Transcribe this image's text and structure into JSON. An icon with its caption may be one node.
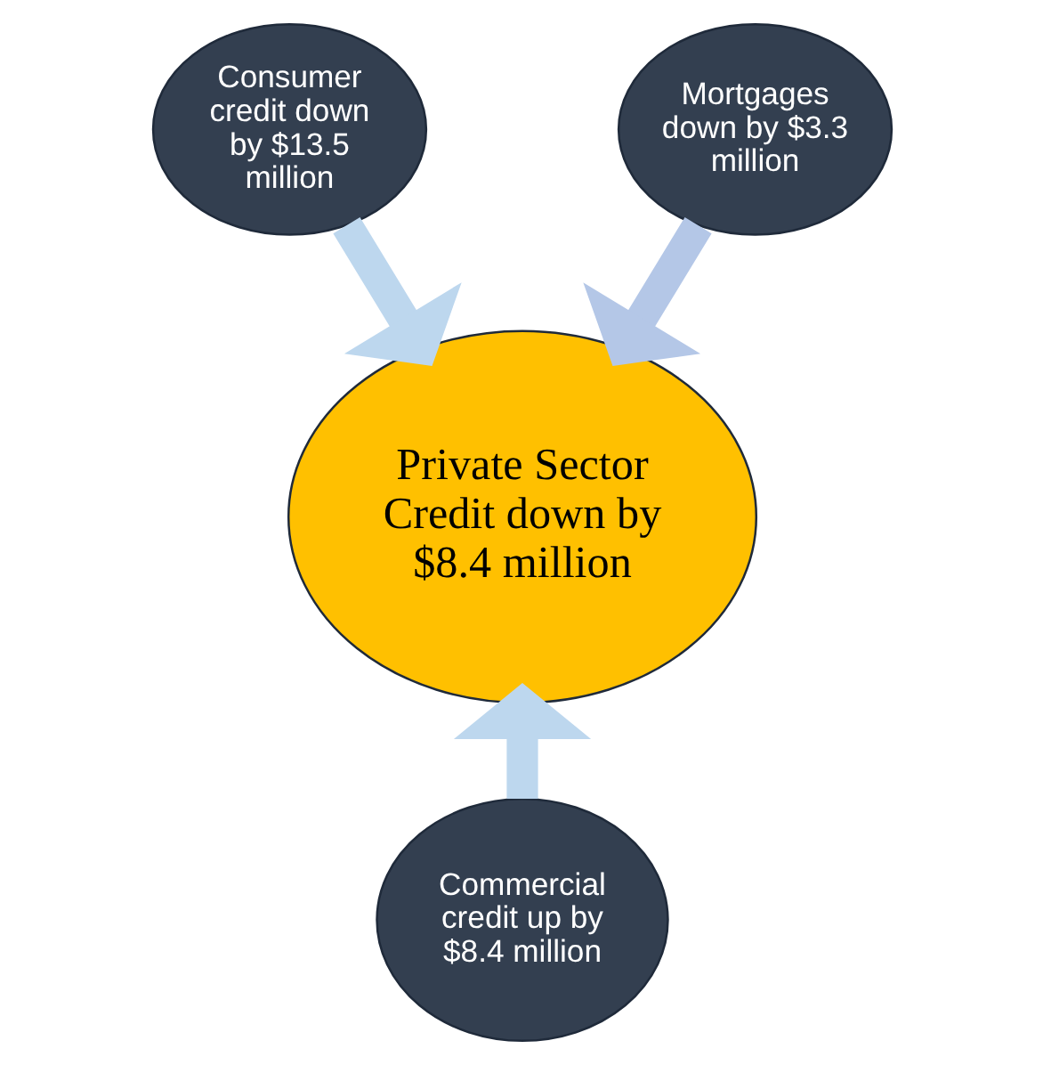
{
  "diagram": {
    "nodes": [
      {
        "text": [
          "Consumer credit down by $13.5 million"
        ]
      },
      {
        "text": [
          "Mortgages down by $3.3 million"
        ]
      },
      {
        "text": [
          "Private Sector Credit down by $8.4 million"
        ]
      },
      {
        "text": [
          "Commercial credit up by $8.4 million"
        ]
      }
    ],
    "edges": [
      {
        "from": 0,
        "to": 2,
        "arrow": "to"
      },
      {
        "from": 1,
        "to": 2,
        "arrow": "to"
      },
      {
        "from": 3,
        "to": 2,
        "arrow": "to"
      }
    ]
  }
}
